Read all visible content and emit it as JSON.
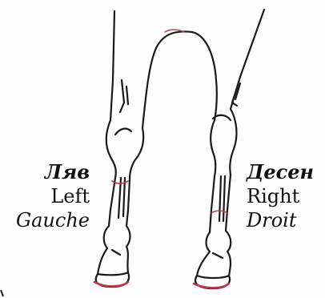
{
  "labels": {
    "left": {
      "bulgarian": "Ляв",
      "english": "Left",
      "french": "Gauche"
    },
    "right": {
      "bulgarian": "Десен",
      "english": "Right",
      "french": "Droit"
    }
  },
  "colors": {
    "line": "#1a1a1a",
    "accent": "#c2354a"
  }
}
